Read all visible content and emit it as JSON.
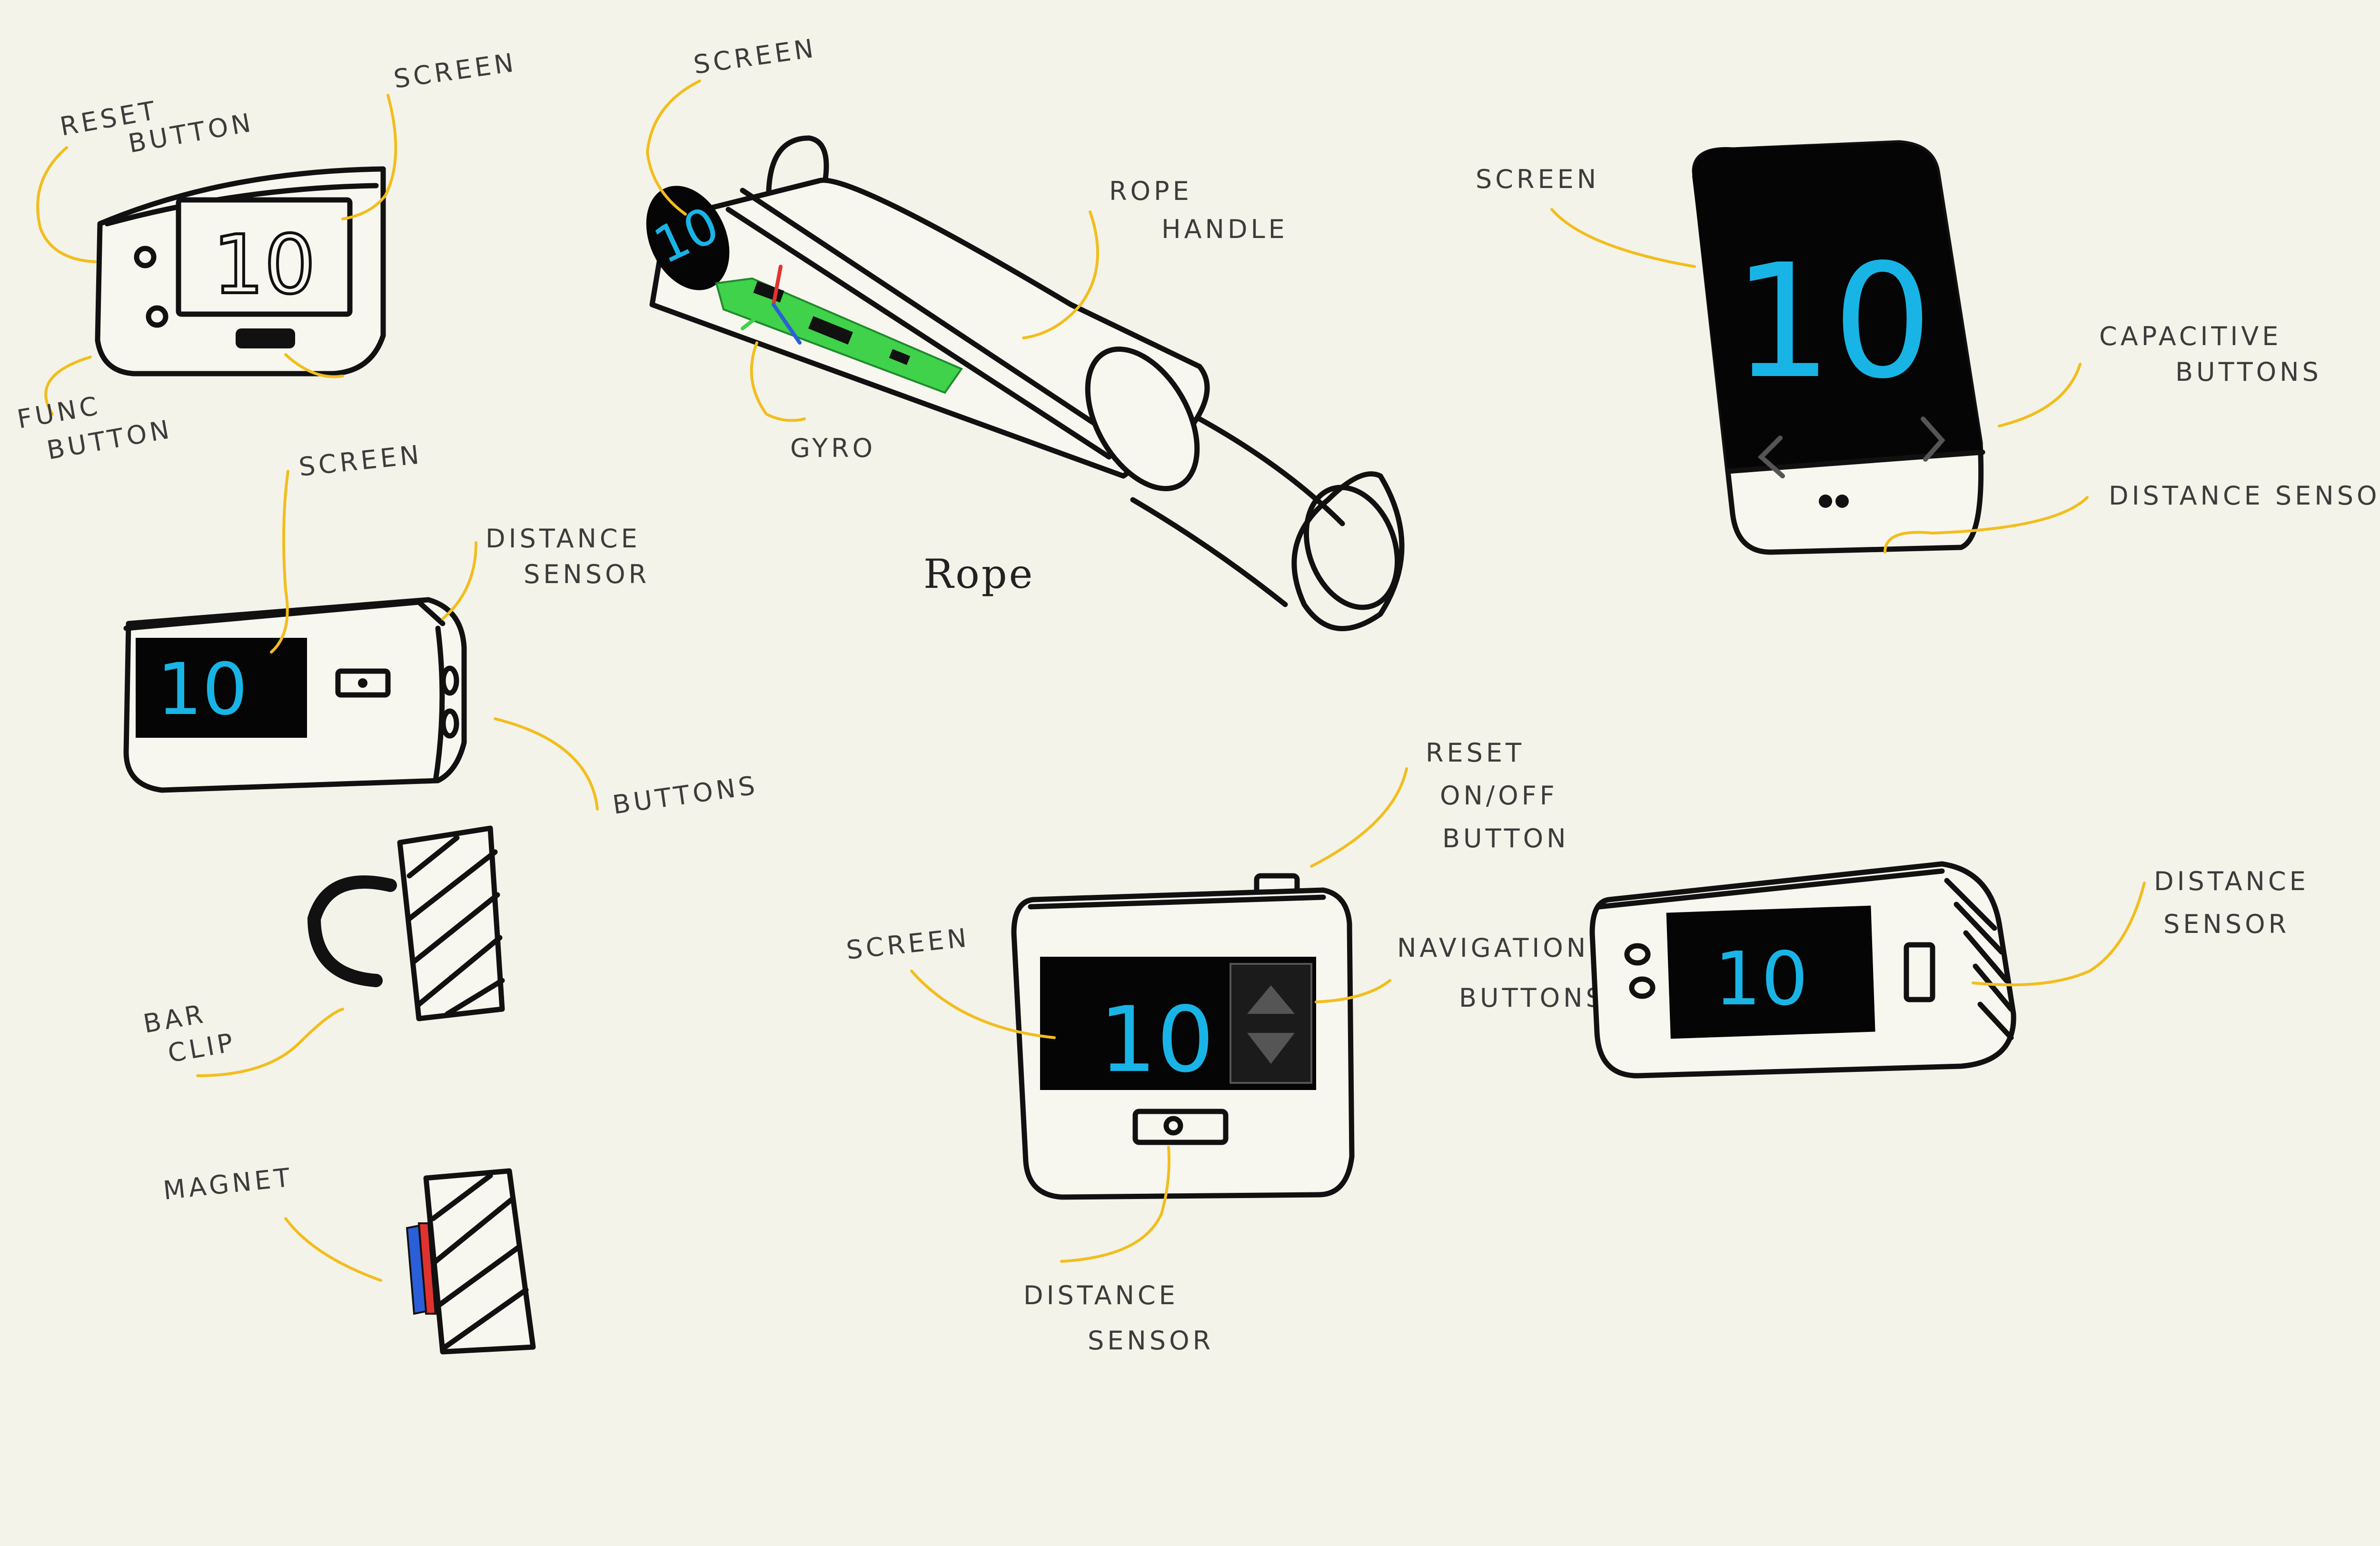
{
  "colors": {
    "background": "#f4f3ea",
    "ink": "#111111",
    "screen": "#050505",
    "digit": "#19b4e6",
    "callout": "#f2be1e",
    "gyro_board": "#3fd24a",
    "magnet_red": "#e0332f",
    "magnet_blue": "#2b5fd9"
  },
  "icons": [
    "arrow-up-icon",
    "arrow-down-icon",
    "chevron-left-icon",
    "chevron-right-icon"
  ],
  "concepts": {
    "device_1": {
      "display_value": "10",
      "labels": {
        "reset": [
          "RESET",
          "BUTTON"
        ],
        "screen": "SCREEN",
        "func": [
          "FUNC",
          "BUTTON"
        ]
      }
    },
    "rope": {
      "title": "Rope",
      "display_value": "10",
      "labels": {
        "screen": "SCREEN",
        "handle": [
          "ROPE",
          "HANDLE"
        ],
        "gyro": "GYRO"
      }
    },
    "phone": {
      "display_value": "10",
      "labels": {
        "screen": "SCREEN",
        "capacitive": [
          "CAPACITIVE",
          "BUTTONS"
        ],
        "distance": "DISTANCE SENSOR"
      }
    },
    "device_2": {
      "display_value": "10",
      "labels": {
        "screen": "SCREEN",
        "distance": [
          "DISTANCE",
          "SENSOR"
        ],
        "buttons": "BUTTONS"
      }
    },
    "bar_clip": {
      "labels": {
        "clip": [
          "BAR",
          "CLIP"
        ]
      }
    },
    "magnet": {
      "labels": {
        "magnet": "MAGNET"
      }
    },
    "device_3": {
      "display_value": "10",
      "labels": {
        "reset": [
          "RESET",
          "ON/OFF",
          "BUTTON"
        ],
        "screen": "SCREEN",
        "navigation": [
          "NAVIGATION",
          "BUTTONS"
        ],
        "distance": [
          "DISTANCE",
          "SENSOR"
        ]
      }
    },
    "device_4": {
      "display_value": "10",
      "labels": {
        "distance": [
          "DISTANCE",
          "SENSOR"
        ]
      }
    }
  }
}
